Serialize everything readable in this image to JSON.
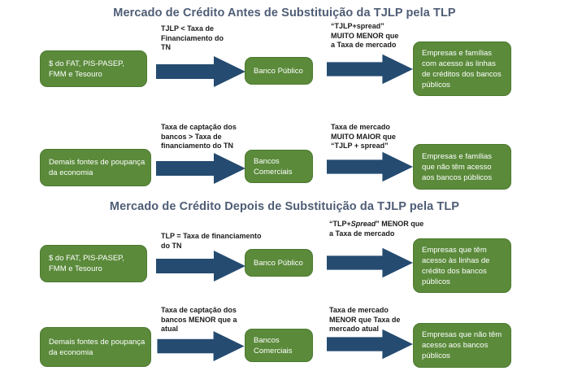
{
  "sections": [
    {
      "title": "Mercado de Crédito Antes de Substituição da TJLP pela TLP",
      "rows": [
        {
          "source": "$ do FAT, PIS-PASEP, FMM e Tesouro",
          "arrow1_lines": [
            "TJLP < Taxa de",
            "Financiamento do",
            "TN"
          ],
          "intermediary": "Banco Público",
          "arrow2_lines": [
            "“TJLP+spread”",
            "MUITO MENOR que",
            "a Taxa de mercado"
          ],
          "target": "Empresas e famílias com acesso às linhas de créditos dos bancos públicos"
        },
        {
          "source": "Demais fontes de poupança da economia",
          "arrow1_lines": [
            "Taxa de captação dos",
            "bancos >  Taxa de",
            "financiamento do TN"
          ],
          "intermediary": "Bancos Comerciais",
          "arrow2_lines": [
            "Taxa de mercado",
            "MUITO MAIOR que",
            "“TJLP + spread”"
          ],
          "target": "Empresas e famílias que não têm acesso aos bancos públicos"
        }
      ]
    },
    {
      "title": "Mercado de Crédito Depois de Substituição da TJLP pela TLP",
      "rows": [
        {
          "source": "$ do FAT, PIS-PASEP, FMM e Tesouro",
          "arrow1_lines": [
            "TLP = Taxa de financiamento",
            "do  TN"
          ],
          "intermediary": "Banco Público",
          "arrow2_lines": [
            "“TLP+Spread”  MENOR que",
            "a Taxa de mercado"
          ],
          "arrow2_italic_word": "Spread",
          "target": "Empresas que têm acesso às linhas de crédito dos bancos públicos"
        },
        {
          "source": "Demais fontes de poupança da economia",
          "arrow1_lines": [
            "Taxa de captação dos",
            "bancos MENOR que a",
            "atual"
          ],
          "intermediary": "Bancos Comerciais",
          "arrow2_lines": [
            "Taxa de mercado",
            "MENOR que Taxa de",
            "mercado atual"
          ],
          "target": "Empresas que não têm acesso aos bancos públicos"
        }
      ]
    }
  ],
  "colors": {
    "background": "#ffffff",
    "box_green": "#5a8a3a",
    "box_green_border": "#4c7a2f",
    "arrow_blue": "#254b70",
    "title_color": "#4e5d75",
    "label_color": "#1b1b1b"
  }
}
